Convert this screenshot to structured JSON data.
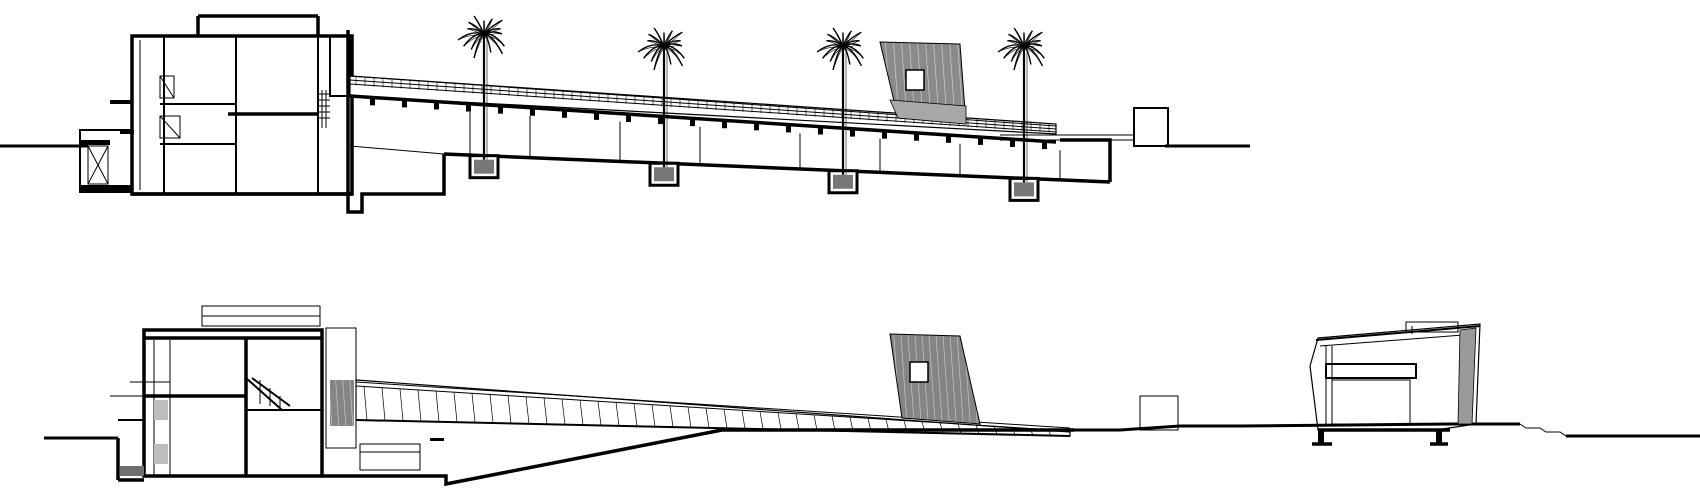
{
  "drawing": {
    "title": "",
    "colors": {
      "line": "#000000",
      "fill_dark": "#6f6f6f",
      "fill_light": "#bdbdbd",
      "background": "#ffffff"
    },
    "sections": [
      {
        "id": "upper-section",
        "palm_count": 4
      },
      {
        "id": "lower-section",
        "palm_count": 0
      }
    ]
  }
}
